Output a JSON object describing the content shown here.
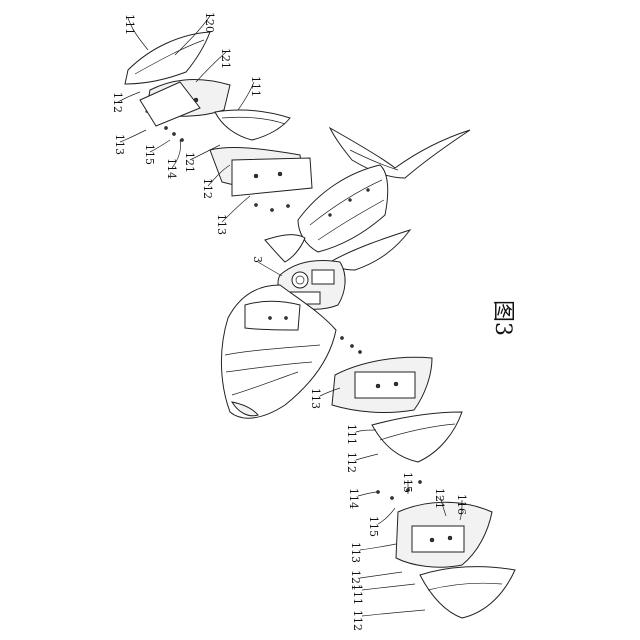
{
  "figure": {
    "caption": "图3"
  },
  "labels": {
    "l111a": "111",
    "l120": "120",
    "l121a": "121",
    "l112a": "112",
    "l111b": "111",
    "l113a": "113",
    "l115a": "115",
    "l114a": "114",
    "l121b": "121",
    "l112b": "112",
    "l113b": "113",
    "l3": "3",
    "l113c": "113",
    "l111c": "111",
    "l112c": "112",
    "l114b": "114",
    "l115b": "115",
    "l115c": "115",
    "l121c": "121",
    "l116": "116",
    "l113d": "113",
    "l121d": "121",
    "l111d": "111",
    "l112d": "112"
  }
}
